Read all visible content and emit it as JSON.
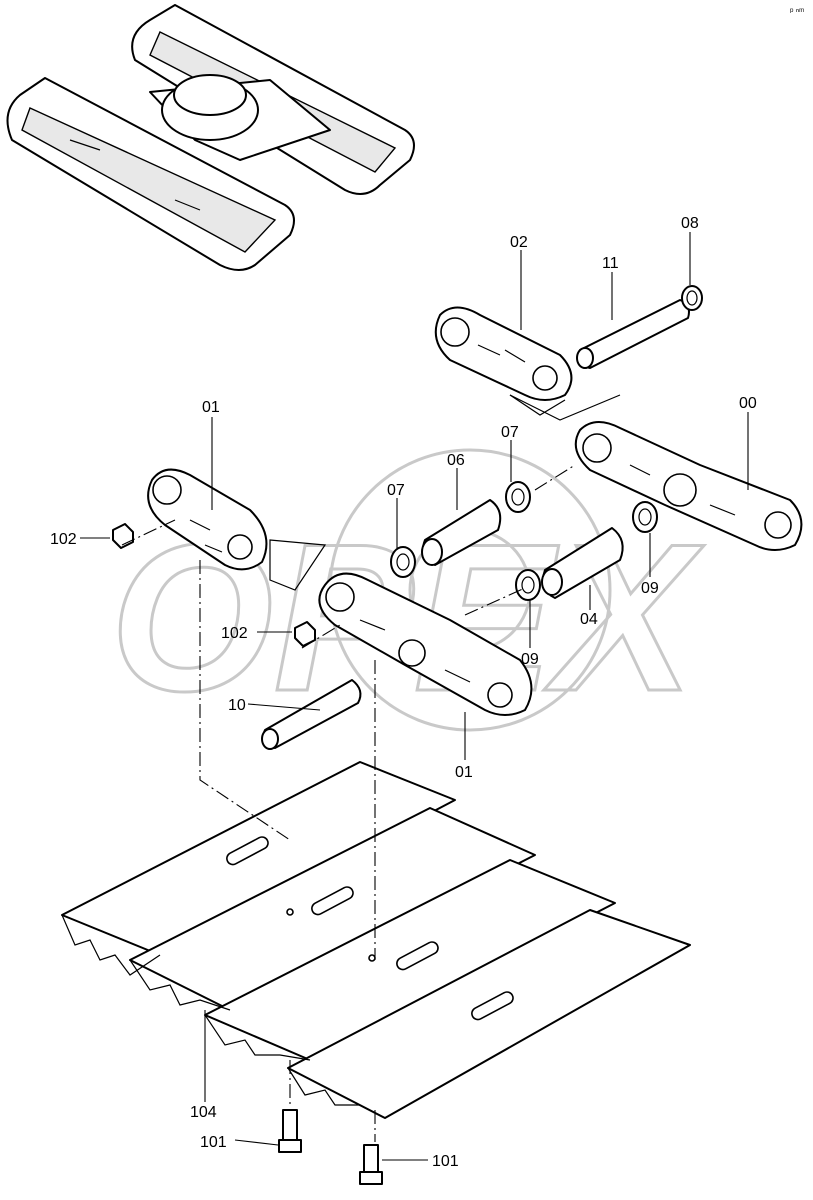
{
  "watermark": {
    "text": "OPEX",
    "color": "#c9c9c9"
  },
  "corner_mark": "ᵖ ⁿᵐ",
  "labels": {
    "l02": "02",
    "l11": "11",
    "l08": "08",
    "l01_top": "01",
    "l00": "00",
    "l07_top": "07",
    "l06": "06",
    "l07_mid": "07",
    "l102_left": "102",
    "l102_mid": "102",
    "l09_mid": "09",
    "l04": "04",
    "l09_right": "09",
    "l10": "10",
    "l01_bottom": "01",
    "l104": "104",
    "l101_left": "101",
    "l101_right": "101"
  }
}
